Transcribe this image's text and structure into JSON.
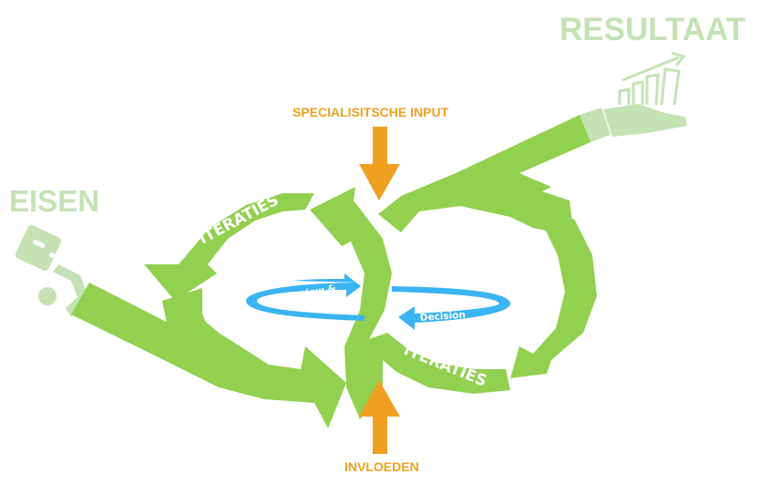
{
  "diagram": {
    "title_left": "EISEN",
    "title_right": "RESULTAAT",
    "top_input_label": "SPECIALISITSCHE INPUT",
    "bottom_input_label": "INVLOEDEN",
    "loop_label_upper": "ITERATIES",
    "loop_label_lower": "ITERATIES",
    "cycle_label_left": "Goal Review &",
    "cycle_label_right": "Decision",
    "icons": {
      "left": "hand-holding-requirements-icon",
      "right": "hand-holding-growth-chart-icon"
    },
    "colors": {
      "loop_green": "#92d050",
      "pale_green": "#c5e2b4",
      "orange": "#f0a020",
      "blue": "#3ab4f2",
      "background": "#ffffff"
    }
  }
}
